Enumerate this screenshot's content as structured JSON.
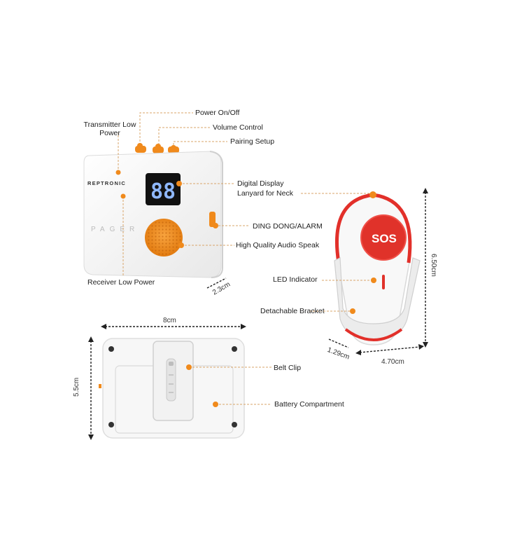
{
  "labels": {
    "power_on_off": "Power On/Off",
    "transmitter_low_power": "Transmitter Low Power",
    "volume_control": "Volume Control",
    "pairing_setup": "Pairing Setup",
    "digital_display": "Digital Display",
    "lanyard_for_neck": "Lanyard for Neck",
    "ding_dong_alarm": "DING DONG/ALARM",
    "audio_speaker": "High Quality Audio Speak",
    "receiver_low_power": "Receiver Low Power",
    "led_indicator": "LED Indicator",
    "detachable_bracket": "Detachable Bracket",
    "belt_clip": "Belt Clip",
    "battery_compartment": "Battery Compartment"
  },
  "dimensions": {
    "pager_depth": "2.3cm",
    "width": "8cm",
    "height": "5.5cm",
    "button_height": "6.50cm",
    "button_width": "4.70cm",
    "button_depth": "1.29cm"
  },
  "device": {
    "brand": "REPTRONIC",
    "model_text": "PAGER",
    "display_value": "88",
    "sos_label": "SOS"
  },
  "colors": {
    "accent_orange": "#f08a1c",
    "leader_line": "#d9a56a",
    "sos_red": "#e0322a",
    "device_white": "#f7f7f7"
  }
}
